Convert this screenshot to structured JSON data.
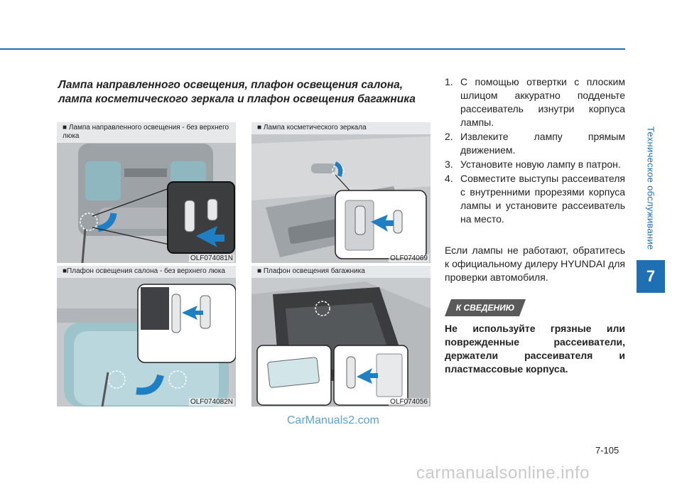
{
  "side_tab": {
    "label": "Техническое обслуживание",
    "chapter": "7"
  },
  "section_title": "Лампа направленного освещения, плафон освещения салона, лампа косметического зеркала и плафон освещения багажника",
  "figures": [
    {
      "caption": "■ Лампа направленного освещения - без верхнего люка",
      "code": "OLF074081N"
    },
    {
      "caption": "■ Лампа косметического зеркала",
      "code": "OLF074069"
    },
    {
      "caption": "■Плафон освещения салона - без верхнего люка",
      "code": "OLF074082N"
    },
    {
      "caption": "■ Плафон освещения багажника",
      "code": "OLF074056"
    }
  ],
  "steps": [
    {
      "num": "1.",
      "text": "С помощью отвертки с плоским шлицом аккуратно подденьте рассеиватель изнутри корпуса лампы."
    },
    {
      "num": "2.",
      "text": "Извлеките лампу прямым движением."
    },
    {
      "num": "3.",
      "text": "Установите новую лампу в патрон."
    },
    {
      "num": "4.",
      "text": "Совместите выступы рассеивателя с внутренними прорезями корпуса лампы и установите рассеиватель на место."
    }
  ],
  "paragraph": "Если лампы не работают, обратитесь к официальному дилеру HYUNDAI для проверки автомобиля.",
  "notice": {
    "badge": "К СВЕДЕНИЮ",
    "text": "Не используйте грязные или поврежденные рассеиватели, держатели рассеивателя и пластмассовые корпуса."
  },
  "watermark": "CarManuals2.com",
  "page_number": "7-105",
  "footer_watermark": "carmanualsonline.info",
  "colors": {
    "accent": "#1f6fb5",
    "badge": "#5a5a5a",
    "arrow": "#1f7fc4"
  }
}
